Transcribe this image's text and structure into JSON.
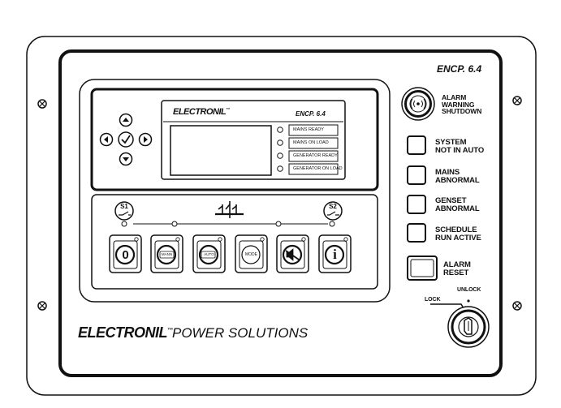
{
  "panel": {
    "model": "ENCP. 6.4",
    "brand_line": {
      "brand": "ELECTRONIL",
      "tm": "™",
      "tagline": "POWER SOLUTIONS"
    }
  },
  "controller": {
    "brand": "ELECTRONIL",
    "tm": "™",
    "model": "ENCP. 6.4",
    "led_indicators": [
      "MAINS READY",
      "MAINS ON LOAD",
      "GENERATOR READY",
      "GENERATOR ON LOAD"
    ],
    "switch_labels": [
      "S1",
      "S2"
    ],
    "buttons": [
      {
        "name": "off",
        "label": "0"
      },
      {
        "name": "man",
        "label": "MANN"
      },
      {
        "name": "auto",
        "label": "AUTO"
      },
      {
        "name": "mode",
        "label": "MODE"
      },
      {
        "name": "mute",
        "label": ""
      },
      {
        "name": "info",
        "label": "i"
      }
    ]
  },
  "side": {
    "alarm_beacon_label": [
      "ALARM",
      "WARNING",
      "SHUTDOWN"
    ],
    "indicators": [
      [
        "SYSTEM",
        "NOT IN AUTO"
      ],
      [
        "MAINS",
        "ABNORMAL"
      ],
      [
        "GENSET",
        "ABNORMAL"
      ],
      [
        "SCHEDULE",
        "RUN ACTIVE"
      ]
    ],
    "alarm_reset": [
      "ALARM",
      "RESET"
    ],
    "key_switch": {
      "lock": "LOCK",
      "unlock": "UNLOCK"
    }
  },
  "colors": {
    "ink": "#111111",
    "panel": "#ffffff",
    "screen_border": "#111111"
  }
}
